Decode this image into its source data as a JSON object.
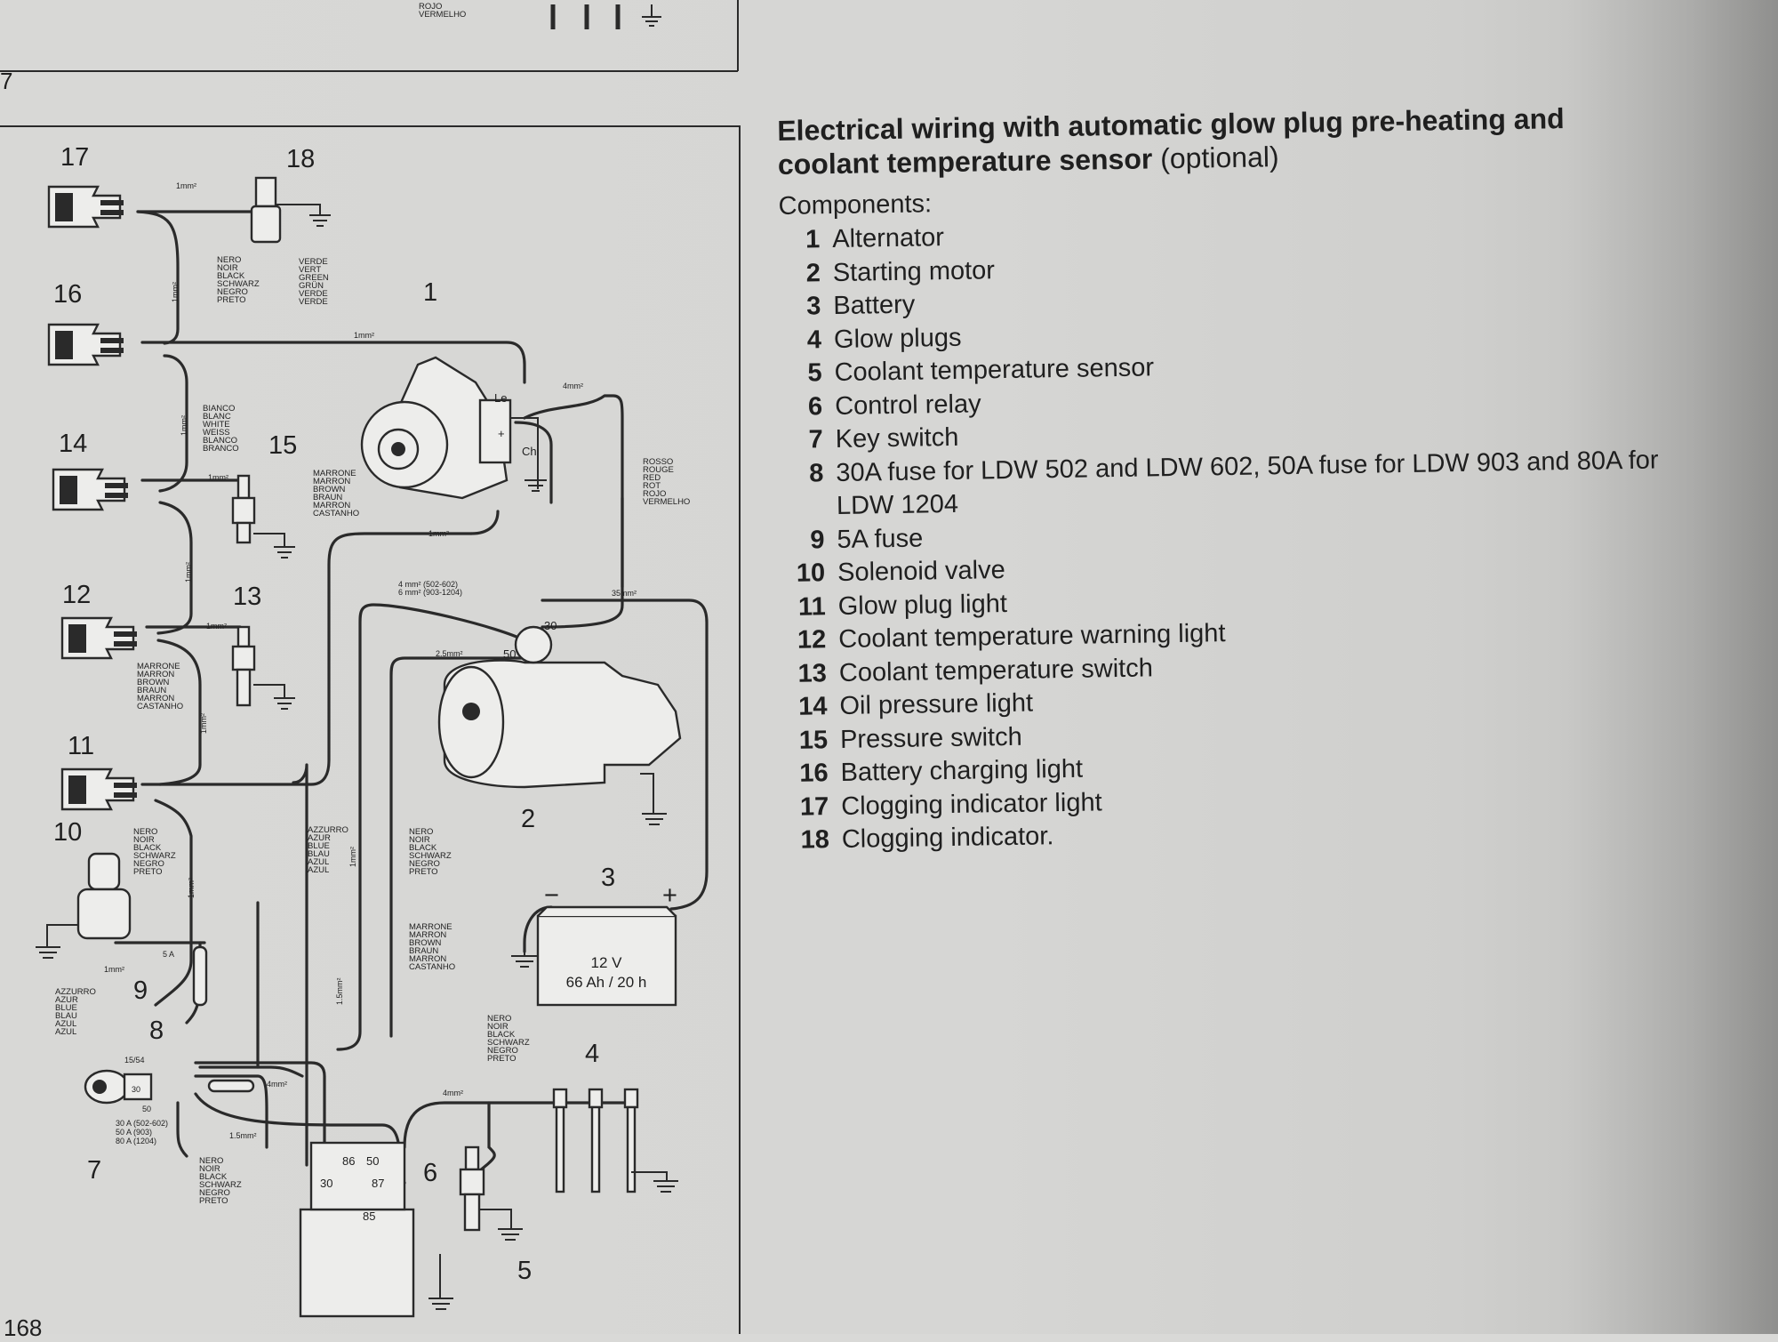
{
  "page_number": "168",
  "prev_page_number": "7",
  "top_fragment_colors": [
    "ROJO",
    "VERMELHO"
  ],
  "heading": {
    "bold": "Electrical wiring with automatic glow plug pre-heating and coolant temperature sensor",
    "optional": "(optional)"
  },
  "components_label": "Components:",
  "components": [
    {
      "num": "1",
      "text": "Alternator"
    },
    {
      "num": "2",
      "text": "Starting motor"
    },
    {
      "num": "3",
      "text": "Battery"
    },
    {
      "num": "4",
      "text": "Glow plugs"
    },
    {
      "num": "5",
      "text": "Coolant temperature sensor"
    },
    {
      "num": "6",
      "text": "Control relay"
    },
    {
      "num": "7",
      "text": "Key switch"
    },
    {
      "num": "8",
      "text": "30A fuse for LDW 502 and LDW 602, 50A fuse for LDW 903 and 80A for LDW 1204"
    },
    {
      "num": "9",
      "text": "5A fuse"
    },
    {
      "num": "10",
      "text": "Solenoid valve"
    },
    {
      "num": "11",
      "text": "Glow plug light"
    },
    {
      "num": "12",
      "text": "Coolant temperature warning light"
    },
    {
      "num": "13",
      "text": "Coolant temperature switch"
    },
    {
      "num": "14",
      "text": "Oil pressure light"
    },
    {
      "num": "15",
      "text": "Pressure switch"
    },
    {
      "num": "16",
      "text": "Battery charging light"
    },
    {
      "num": "17",
      "text": "Clogging indicator light"
    },
    {
      "num": "18",
      "text": "Clogging indicator."
    }
  ],
  "diagram": {
    "wire_sizes": {
      "w1": "1mm²",
      "w4": "4mm²",
      "w35": "35mm²",
      "w25": "2.5mm²",
      "w15": "1.5mm²",
      "w_start": "4 mm² (502-602)",
      "w_start2": "6 mm² (903-1204)"
    },
    "color_nero": [
      "NERO",
      "NOIR",
      "BLACK",
      "SCHWARZ",
      "NEGRO",
      "PRETO"
    ],
    "color_verde": [
      "VERDE",
      "VERT",
      "GREEN",
      "GRÜN",
      "VERDE",
      "VERDE"
    ],
    "color_bianco": [
      "BIANCO",
      "BLANC",
      "WHITE",
      "WEISS",
      "BLANCO",
      "BRANCO"
    ],
    "color_marrone": [
      "MARRONE",
      "MARRON",
      "BROWN",
      "BRAUN",
      "MARRON",
      "CASTANHO"
    ],
    "color_rosso": [
      "ROSSO",
      "ROUGE",
      "RED",
      "ROT",
      "ROJO",
      "VERMELHO"
    ],
    "color_azzurro": [
      "AZZURRO",
      "AZUR",
      "BLUE",
      "BLAU",
      "AZUL",
      "AZUL"
    ],
    "battery_voltage": "12 V",
    "battery_capacity": "66 Ah / 20 h",
    "battery_minus": "−",
    "battery_plus": "+",
    "fuse_5a": "5 A",
    "key_terminals": [
      "15/54",
      "30",
      "50"
    ],
    "key_fuse_note": [
      "30 A (502-602)",
      "50 A (903)",
      "80 A (1204)"
    ],
    "relay_terminals": [
      "86",
      "50",
      "30",
      "87",
      "85"
    ],
    "alt_terminals": [
      "Le",
      "+",
      "Ch"
    ],
    "starter_terminals": [
      "30",
      "50"
    ],
    "callouts": [
      "1",
      "2",
      "3",
      "4",
      "5",
      "6",
      "7",
      "8",
      "9",
      "10",
      "11",
      "12",
      "13",
      "14",
      "15",
      "16",
      "17",
      "18"
    ]
  },
  "colors": {
    "ink": "#2a2a2a",
    "paper": "#d8d8d6"
  }
}
